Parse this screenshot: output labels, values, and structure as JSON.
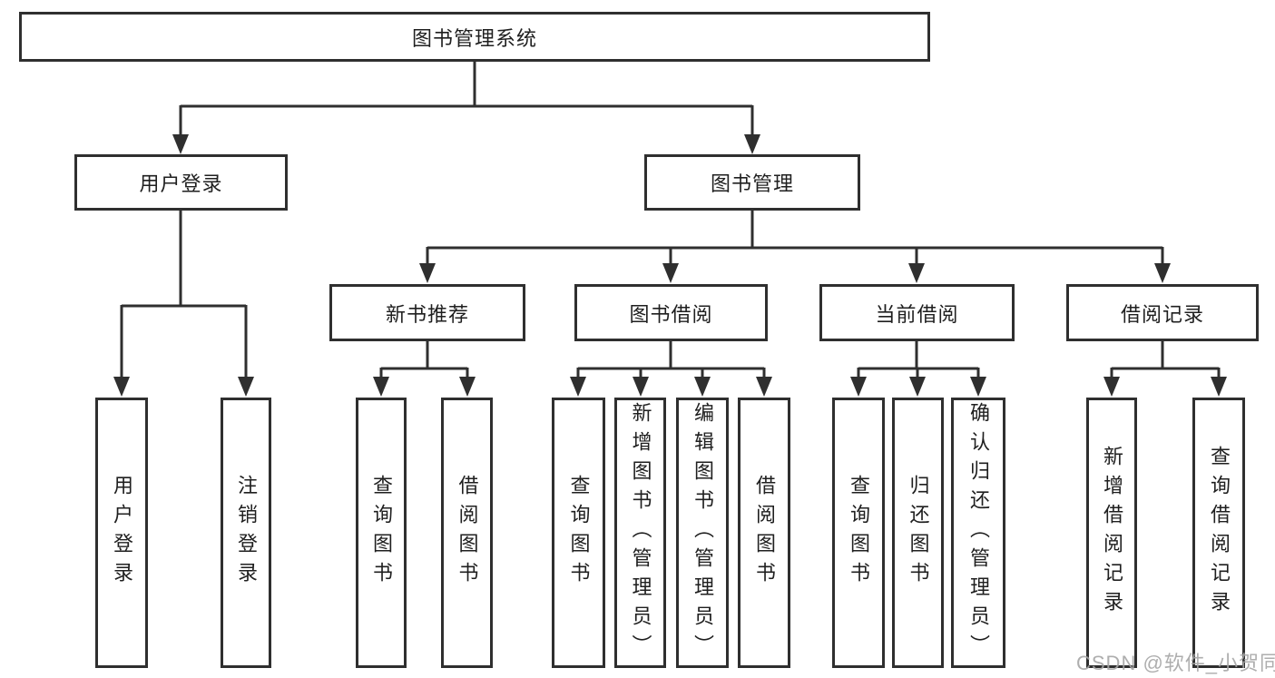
{
  "diagram": {
    "type": "hierarchy-tree",
    "colors": {
      "line": "#2f2f2f",
      "box_border": "#2f2f2f",
      "text": "#1f1f1f",
      "background": "#ffffff",
      "watermark": "#a5a5a5"
    },
    "tree": {
      "label": "图书管理系统",
      "children": [
        {
          "label": "用户登录",
          "children": [
            {
              "label": "用户登录"
            },
            {
              "label": "注销登录"
            }
          ]
        },
        {
          "label": "图书管理",
          "children": [
            {
              "label": "新书推荐",
              "children": [
                {
                  "label": "查询图书"
                },
                {
                  "label": "借阅图书"
                }
              ]
            },
            {
              "label": "图书借阅",
              "children": [
                {
                  "label": "查询图书"
                },
                {
                  "label": "新增图书（管理员）"
                },
                {
                  "label": "编辑图书（管理员）"
                },
                {
                  "label": "借阅图书"
                }
              ]
            },
            {
              "label": "当前借阅",
              "children": [
                {
                  "label": "查询图书"
                },
                {
                  "label": "归还图书"
                },
                {
                  "label": "确认归还（管理员）"
                }
              ]
            },
            {
              "label": "借阅记录",
              "children": [
                {
                  "label": "新增借阅记录"
                },
                {
                  "label": "查询借阅记录"
                }
              ]
            }
          ]
        }
      ]
    },
    "watermark": "CSDN @软件_小贺同学"
  }
}
